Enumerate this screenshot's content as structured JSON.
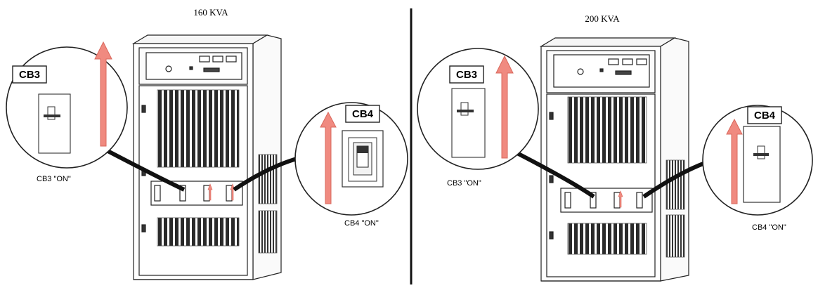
{
  "panels": [
    {
      "title": "160 KVA",
      "cb3_label": "CB3",
      "cb4_label": "CB4",
      "cb3_caption": "CB3 \"ON\"",
      "cb4_caption": "CB4 \"ON\""
    },
    {
      "title": "200 KVA",
      "cb3_label": "CB3",
      "cb4_label": "CB4",
      "cb3_caption": "CB3 \"ON\"",
      "cb4_caption": "CB4 \"ON\""
    }
  ],
  "colors": {
    "arrow": "#f08a80",
    "arrow_stroke": "#d9685c",
    "line": "#222222",
    "leader": "#111111"
  }
}
